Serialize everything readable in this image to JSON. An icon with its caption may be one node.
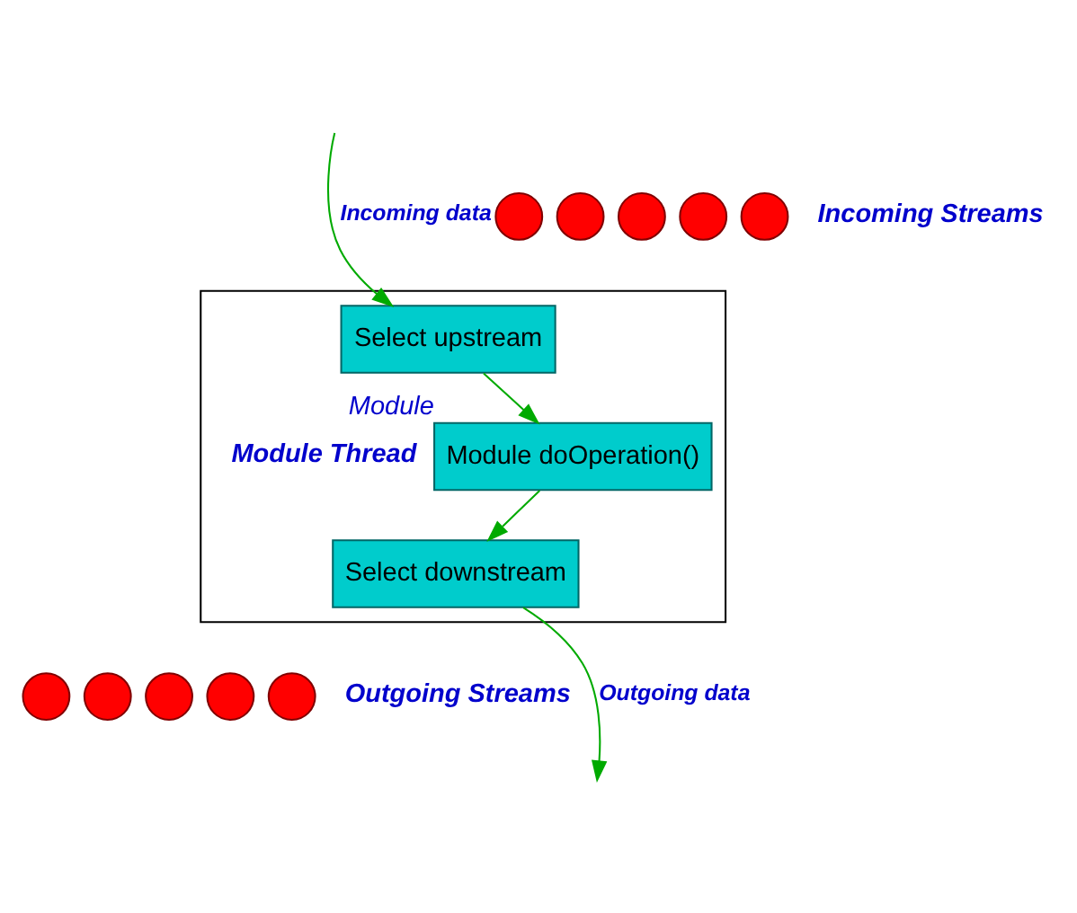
{
  "diagram": {
    "nodes": [
      {
        "text": [],
        "shape": "box"
      },
      {
        "text": [
          "Select upstream"
        ],
        "in": 0
      },
      {
        "text": [
          "Module doOperation()"
        ],
        "in": 0,
        "beside": [
          "Module"
        ]
      },
      {
        "text": [
          "Select downstream"
        ],
        "in": 0
      },
      {
        "text": [],
        "shape": "circle"
      },
      {
        "text": [],
        "shape": "circle"
      },
      {
        "text": [],
        "shape": "circle"
      },
      {
        "text": [],
        "shape": "circle"
      },
      {
        "text": [],
        "shape": "circle"
      },
      {
        "text": [],
        "shape": "circle"
      },
      {
        "text": [],
        "shape": "circle"
      },
      {
        "text": [],
        "shape": "circle"
      },
      {
        "text": [],
        "shape": "circle"
      },
      {
        "text": [],
        "shape": "circle"
      }
    ],
    "edges": [
      {
        "from": null,
        "to": 1,
        "arrow": "to",
        "label": "Incoming data"
      },
      {
        "from": 1,
        "to": 2,
        "arrow": "to"
      },
      {
        "from": 2,
        "to": 3,
        "arrow": "to"
      },
      {
        "from": 3,
        "to": null,
        "arrow": "to",
        "label": "Outgoing data"
      }
    ],
    "labels": [
      "Incoming Streams",
      "Module Thread",
      "Outgoing Streams"
    ]
  }
}
